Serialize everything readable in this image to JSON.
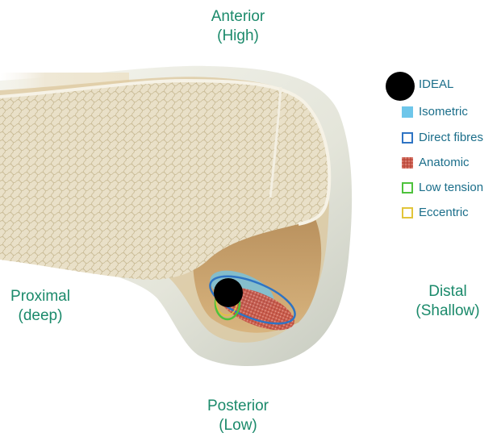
{
  "orientation": {
    "anterior": [
      "Anterior",
      "(High)"
    ],
    "posterior": [
      "Posterior",
      "(Low)"
    ],
    "proximal": [
      "Proximal",
      "(deep)"
    ],
    "distal": [
      "Distal",
      "(Shallow)"
    ]
  },
  "legend": [
    {
      "label": "IDEAL",
      "marker": "black-dot",
      "color": "#000000"
    },
    {
      "label": "Isometric",
      "marker": "filled-square",
      "color": "#6ec6ea"
    },
    {
      "label": "Direct fibres",
      "marker": "outline-square",
      "color": "#2e74c4"
    },
    {
      "label": "Anatomic",
      "marker": "textured-square",
      "color": "#c9584a"
    },
    {
      "label": "Low tension",
      "marker": "outline-square",
      "color": "#4ec23c"
    },
    {
      "label": "Eccentric",
      "marker": "outline-square",
      "color": "#e2c53a"
    }
  ]
}
